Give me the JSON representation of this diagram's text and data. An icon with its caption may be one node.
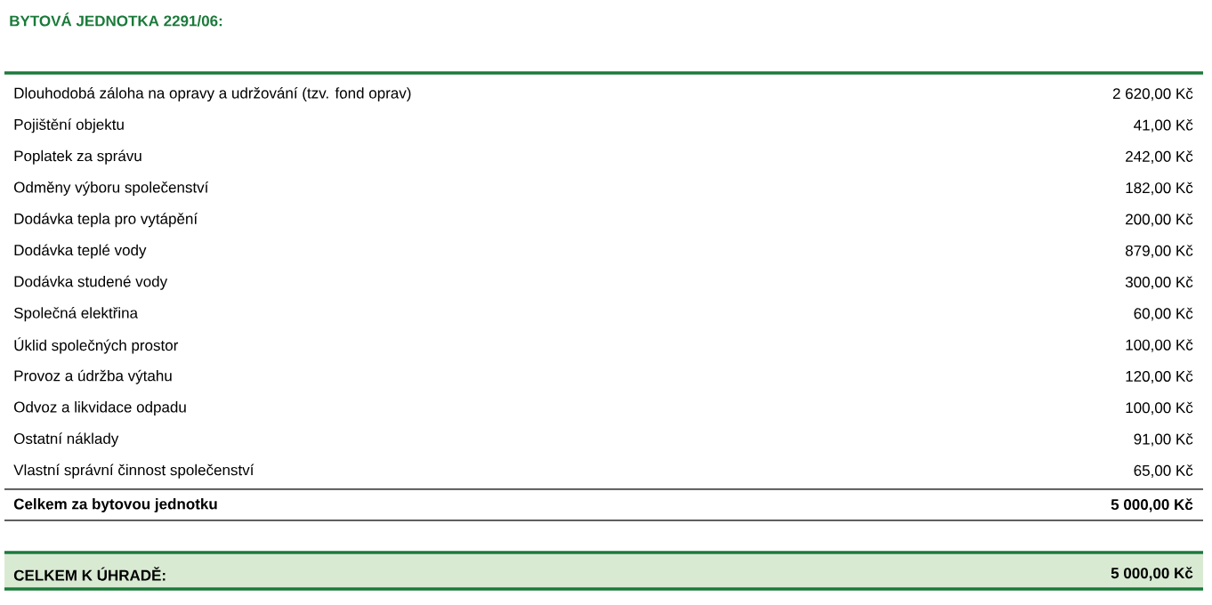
{
  "diagram": {
    "title": "BYTOVÁ JEDNOTKA 2291/06:",
    "nodes": [
      {
        "text": [
          "CELKEM K ÚHRADĚ:",
          "5 000,00 Kč"
        ]
      }
    ],
    "labels": [
      "Dlouhodobá záloha na opravy a udržování (tzv. fond oprav)",
      "2 620,00 Kč",
      "Pojištění objektu",
      "41,00 Kč",
      "Poplatek za správu",
      "242,00 Kč",
      "Odměny výboru společenství",
      "182,00 Kč",
      "Dodávka tepla pro vytápění",
      "200,00 Kč",
      "Dodávka teplé vody",
      "879,00 Kč",
      "Dodávka studené vody",
      "300,00 Kč",
      "Společná elektřina",
      "60,00 Kč",
      "Úklid společných prostor",
      "100,00 Kč",
      "Provoz a údržba výtahu",
      "120,00 Kč",
      "Odvoz a likvidace odpadu",
      "100,00 Kč",
      "Ostatní náklady",
      "91,00 Kč",
      "Vlastní správní činnost společenství",
      "65,00 Kč",
      "Celkem za bytovou jednotku",
      "5 000,00 Kč"
    ]
  }
}
